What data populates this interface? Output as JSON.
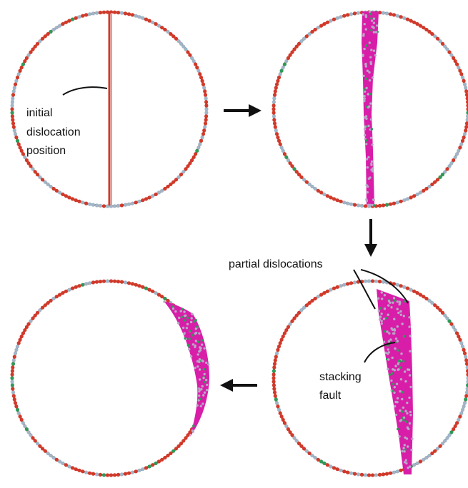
{
  "labels": {
    "initial_line1": "initial",
    "initial_line2": "dislocation",
    "initial_line3": "position",
    "partial": "partial dislocations",
    "stacking_line1": "stacking",
    "stacking_line2": "fault"
  },
  "colors": {
    "ring_red": "#d03a2a",
    "ring_blue": "#9fb6c8",
    "fault_magenta": "#d81ea8",
    "atom_gray": "#b9a7c8",
    "atom_green": "#2e9a5a",
    "arrow": "#111111"
  },
  "panels": [
    {
      "name": "initial-state",
      "stage": 1
    },
    {
      "name": "fault-spreading",
      "stage": 2
    },
    {
      "name": "partial-dislocations-state",
      "stage": 3
    },
    {
      "name": "final-state",
      "stage": 4
    }
  ]
}
